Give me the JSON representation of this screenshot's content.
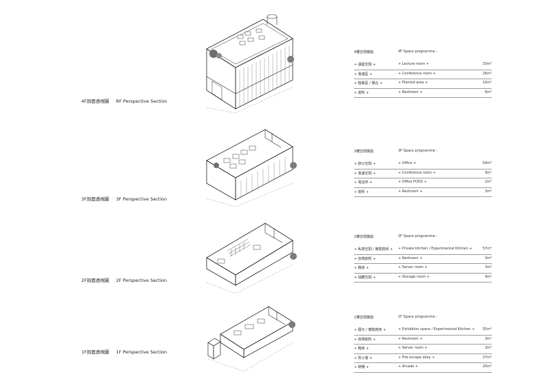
{
  "sections": [
    {
      "label_zh": "4F剖面透視圖",
      "label_en": "RF   Perspective Section",
      "programme_zh": "4樓空間機能:",
      "programme_en": "4F Space programme :",
      "rows": [
        {
          "zh": "+ 講座空間 +",
          "en": "+ Lecture room +",
          "area": "33m²"
        },
        {
          "zh": "+ 會議區 +",
          "en": "+ Conference room +",
          "area": "26m²"
        },
        {
          "zh": "+ 植栽區 / 陽台 +",
          "en": "+ Planted area +",
          "area": "10m²"
        },
        {
          "zh": "+ 廁所 +",
          "en": "+ Restroom +",
          "area": "6m²"
        }
      ]
    },
    {
      "label_zh": "3F剖面透視圖",
      "label_en": "3F   Perspective Section",
      "programme_zh": "3樓空間機能:",
      "programme_en": "3F Space programme :",
      "rows": [
        {
          "zh": "+ 辦公空間 +",
          "en": "+ Office +",
          "area": "59m²"
        },
        {
          "zh": "+ 會議空間 +",
          "en": "+ Conference room +",
          "area": "9m²"
        },
        {
          "zh": "+ 電話亭 +",
          "en": "+ Office PODS +",
          "area": "2m²"
        },
        {
          "zh": "+ 廁所 +",
          "en": "+ Restroom +",
          "area": "3m²"
        }
      ]
    },
    {
      "label_zh": "2F剖面透視圖",
      "label_en": "2F   Perspective Section",
      "programme_zh": "2樓空間機能:",
      "programme_en": "2F Space programme :",
      "rows": [
        {
          "zh": "+ 私廚空間 / 實驗廚房 +",
          "en": "+ Private kitchen / Experimental Kitchen +",
          "area": "57m²"
        },
        {
          "zh": "+ 後場廁所 +",
          "en": "+ Restroom +",
          "area": "3m²"
        },
        {
          "zh": "+ 機房 +",
          "en": "+ Server room +",
          "area": "3m²"
        },
        {
          "zh": "+ 儲藏空間 +",
          "en": "+ Storage room +",
          "area": "9m²"
        }
      ]
    },
    {
      "label_zh": "1F剖面透視圖",
      "label_en": "1F   Perspective Section",
      "programme_zh": "1樓空間機能:",
      "programme_en": "1F Space programme :",
      "rows": [
        {
          "zh": "+ 展示 / 實驗廚房 +",
          "en": "+ Exhibition space / Experimental Kitchen +",
          "area": "55m²"
        },
        {
          "zh": "+ 後場廁所 +",
          "en": "+ Restroom +",
          "area": "3m²"
        },
        {
          "zh": "+ 機房 +",
          "en": "+ Server room +",
          "area": "3m²"
        },
        {
          "zh": "+ 防火巷 +",
          "en": "+ Fire escape alley +",
          "area": "27m²"
        },
        {
          "zh": "+ 騎樓 +",
          "en": "+ Arcade +",
          "area": "20m²"
        }
      ]
    }
  ],
  "colors": {
    "line": "#222222",
    "rule": "#9a9a9a",
    "foliage": "#6f6f6f"
  }
}
